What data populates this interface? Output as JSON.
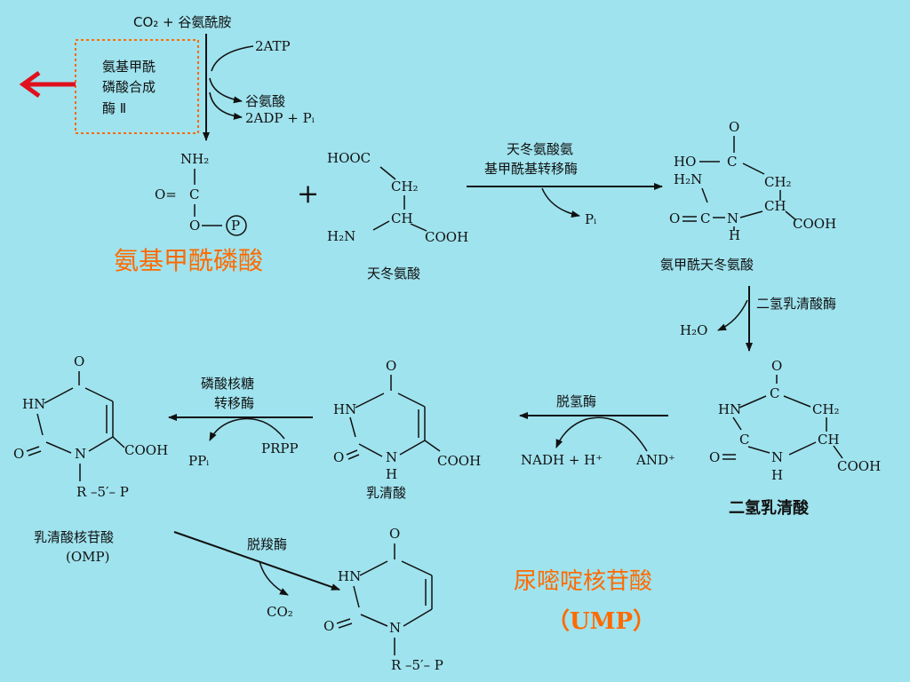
{
  "top": {
    "substrate": "CO₂ + 谷氨酰胺",
    "atp": "2ATP",
    "glu": "谷氨酸",
    "adp": "2ADP + Pᵢ"
  },
  "enzyme_box": {
    "line1": "氨基甲酰",
    "line2": "磷酸合成",
    "line3": "酶 Ⅱ"
  },
  "carbamoyl_phosphate": {
    "nh2": "NH₂",
    "c": "C",
    "o_eq": "O=",
    "o": "O",
    "p": "P",
    "name": "氨基甲酰磷酸"
  },
  "aspartate": {
    "hooc": "HOOC",
    "ch2": "CH₂",
    "ch": "CH",
    "h2n": "H₂N",
    "cooh": "COOH",
    "name": "天冬氨酸"
  },
  "plus": "+",
  "step1": {
    "enzyme_line1": "天冬氨酸氨",
    "enzyme_line2": "基甲酰基转移酶",
    "pi": "Pᵢ"
  },
  "carbamoyl_aspartate": {
    "o_top": "O",
    "ho": "HO",
    "c_top": "C",
    "h2n": "H₂N",
    "ch2": "CH₂",
    "o_left": "O",
    "c_left": "C",
    "n": "N",
    "ch": "CH",
    "cooh": "COOH",
    "h": "H",
    "name": "氨甲酰天冬氨酸"
  },
  "step2": {
    "enzyme": "二氢乳清酸酶",
    "h2o": "H₂O"
  },
  "dihydroorotate": {
    "o_top": "O",
    "c_top": "C",
    "hn": "HN",
    "ch2": "CH₂",
    "o_left": "O",
    "c_left": "C",
    "ch": "CH",
    "n": "N",
    "h": "H",
    "cooh": "COOH",
    "name": "二氢乳清酸"
  },
  "step3": {
    "enzyme": "脱氢酶",
    "nadh": "NADH + H⁺",
    "nad": "AND⁺"
  },
  "orotate": {
    "o_top": "O",
    "hn": "HN",
    "o_left": "O",
    "n": "N",
    "h": "H",
    "cooh": "COOH",
    "name": "乳清酸"
  },
  "step4": {
    "enzyme_line1": "磷酸核糖",
    "enzyme_line2": "转移酶",
    "prpp": "PRPP",
    "ppi": "PPᵢ"
  },
  "omp": {
    "o_top": "O",
    "hn": "HN",
    "o_left": "O",
    "n": "N",
    "cooh": "COOH",
    "r": "R –5′– P",
    "name": "乳清酸核苷酸",
    "abbr": "(OMP)"
  },
  "step5": {
    "enzyme": "脱羧酶",
    "co2": "CO₂"
  },
  "ump": {
    "o_top": "O",
    "hn": "HN",
    "o_left": "O",
    "n": "N",
    "r": "R –5′– P",
    "name": "尿嘧啶核苷酸",
    "abbr": "（UMP）"
  },
  "colors": {
    "background": "#9fe3ee",
    "highlight": "#ff6a00",
    "arrow": "#e0101e",
    "ink": "#111111"
  }
}
